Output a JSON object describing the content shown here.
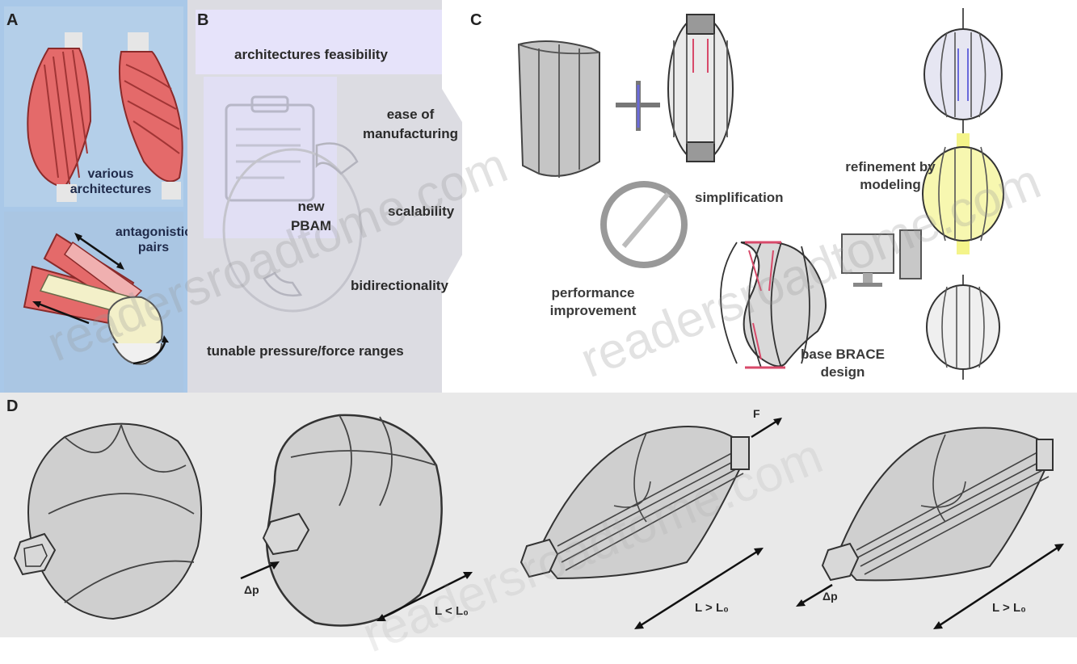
{
  "panels": {
    "a": {
      "label": "A",
      "text_architectures": "various architectures",
      "text_pairs": "antagonistic pairs",
      "colors": {
        "bg": "#a9c8e8",
        "muscle": "#e46a6a",
        "tendon": "#e6e6e6",
        "bone": "#f3f0c9"
      }
    },
    "b": {
      "label": "B",
      "criteria": [
        "architectures feasibility",
        "ease of manufacturing",
        "scalability",
        "bidirectionality",
        "tunable pressure/force ranges"
      ],
      "center_label": "new PBAM",
      "colors": {
        "bg": "#d9d9df",
        "highlight": "#e6e3fa"
      }
    },
    "c": {
      "label": "C",
      "simplification": "simplification",
      "refinement": "refinement by modeling",
      "performance": "performance improvement",
      "base_design": "base BRACE design",
      "colors": {
        "accent_red": "#d84a6a",
        "accent_blue": "#6a6adb",
        "accent_yellow": "#f2f26a"
      }
    },
    "d": {
      "label": "D",
      "f_label": "F",
      "dp_label": "Δp",
      "l1": "L < L₀",
      "l2": "L > L₀",
      "l3": "L > L₀",
      "colors": {
        "bg": "#e9e9e9"
      }
    }
  },
  "watermark": "readersroadtome.com"
}
